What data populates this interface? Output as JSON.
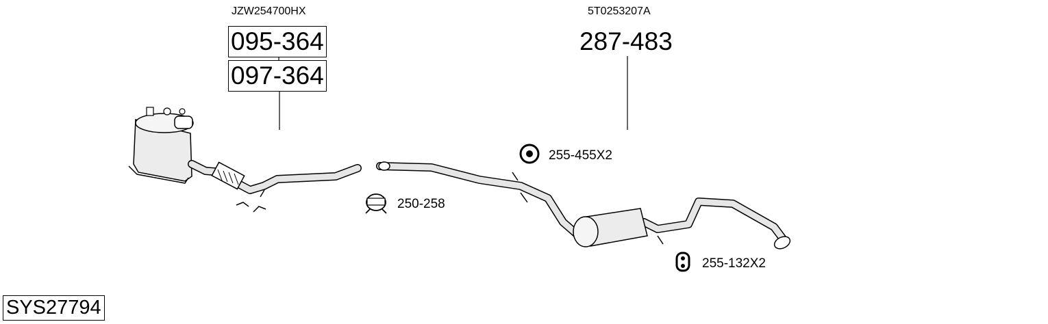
{
  "parts": {
    "dpf_oem": "JZW254700HX",
    "dpf_part_1": "095-364",
    "dpf_part_2": "097-364",
    "silencer_oem": "5T0253207A",
    "silencer_part": "287-483",
    "clamp": "250-258",
    "rubber_mount_front": "255-455X2",
    "rubber_mount_rear": "255-132X2"
  },
  "system": {
    "code": "SYS27794"
  },
  "icons": {
    "clamp": "clamp-icon",
    "mount_front": "rubber-mount-icon",
    "mount_rear": "rubber-hanger-icon"
  }
}
